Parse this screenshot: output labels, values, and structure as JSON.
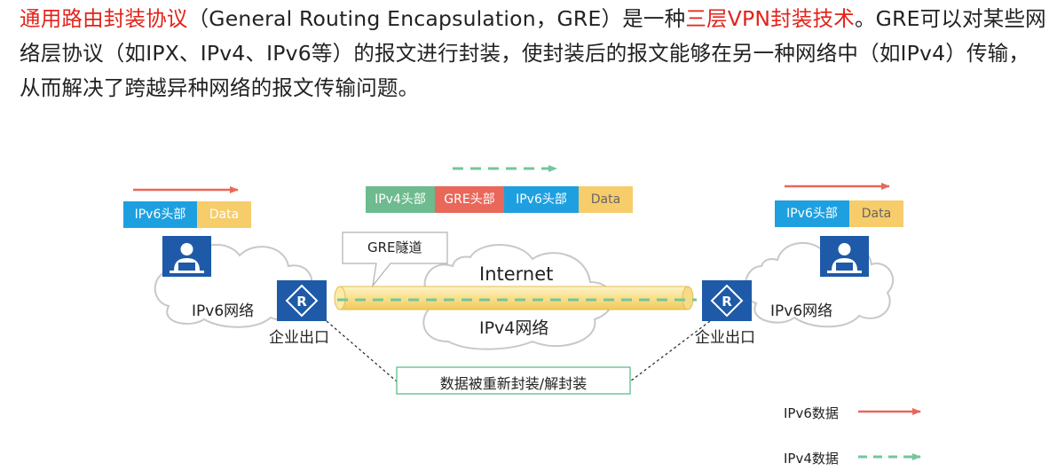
{
  "intro": {
    "p1_red": "通用路由封装协议",
    "p2": "（General Routing Encapsulation，GRE）是一种",
    "p3_red": "三层VPN封装技术",
    "p4": "。GRE可以对某些网络层协议（如IPX、IPv4、IPv6等）的报文进行封装，使封装后的报文能够在另一种网络中（如IPv4）传输，从而解决了跨越异种网络的报文传输问题。"
  },
  "headers": {
    "ipv6_head": "IPv6头部",
    "data": "Data",
    "ipv4_head": "IPv4头部",
    "gre_head": "GRE头部"
  },
  "labels": {
    "gre_tunnel": "GRE隧道",
    "internet": "Internet",
    "ipv4_network": "IPv4网络",
    "ipv6_network_left": "IPv6网络",
    "ipv6_network_right": "IPv6网络",
    "exit_left": "企业出口",
    "exit_right": "企业出口",
    "reencap": "数据被重新封装/解封装"
  },
  "legend": {
    "ipv6_data": "IPv6数据",
    "ipv4_data": "IPv4数据"
  },
  "colors": {
    "red_text": "#e2231a",
    "blue": "#1ea0e0",
    "yellow": "#f7cc6b",
    "green": "#6dbb8e",
    "gre_red": "#e8685a",
    "router": "#1e5aa8",
    "arrow_red": "#e8685a",
    "arrow_green": "#74c69a"
  }
}
